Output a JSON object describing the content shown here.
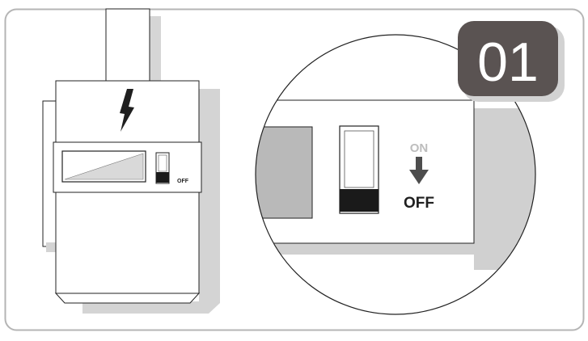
{
  "step": {
    "number": "01"
  },
  "meter": {
    "off_label": "OFF",
    "hazard_icon": "lightning-bolt-icon"
  },
  "zoom": {
    "on_label": "ON",
    "off_label": "OFF",
    "arrow_icon": "arrow-down-icon",
    "switch_state": "off"
  },
  "colors": {
    "frame_stroke": "#b5b5b5",
    "badge_fill": "#5a5352",
    "shadow": "#d2d2d2",
    "on_label": "#bdbdbd",
    "off_label": "#1f1f1f",
    "arrow": "#4d4d4d"
  }
}
